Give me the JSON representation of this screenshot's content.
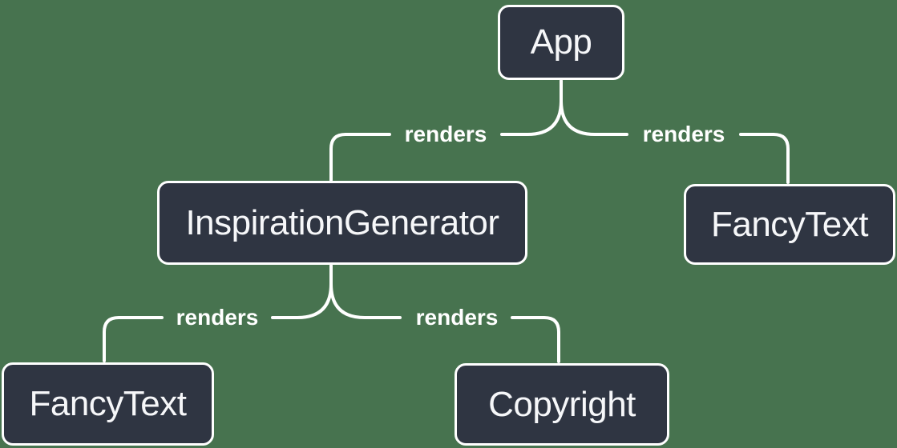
{
  "diagram": {
    "type": "component-render-tree",
    "colors": {
      "background": "#47734F",
      "node_fill": "#2F3542",
      "node_border": "#FFFFFF",
      "node_text": "#F6F7F9",
      "line": "#FFFFFF",
      "edge_label_text": "#FFFFFF"
    },
    "nodes": [
      {
        "id": "app",
        "label": "App"
      },
      {
        "id": "inspiration-generator",
        "label": "InspirationGenerator"
      },
      {
        "id": "fancy-text-right",
        "label": "FancyText"
      },
      {
        "id": "fancy-text-left",
        "label": "FancyText"
      },
      {
        "id": "copyright",
        "label": "Copyright"
      }
    ],
    "edges": [
      {
        "from": "app",
        "to": "inspiration-generator",
        "label": "renders"
      },
      {
        "from": "app",
        "to": "fancy-text-right",
        "label": "renders"
      },
      {
        "from": "inspiration-generator",
        "to": "fancy-text-left",
        "label": "renders"
      },
      {
        "from": "inspiration-generator",
        "to": "copyright",
        "label": "renders"
      }
    ]
  }
}
